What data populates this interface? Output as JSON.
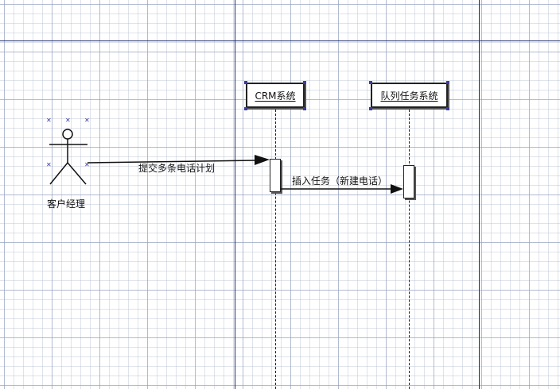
{
  "diagram": {
    "actor": {
      "label": "客户经理"
    },
    "objects": [
      {
        "id": "crm",
        "label": "CRM系统"
      },
      {
        "id": "queue",
        "label": "队列任务系统"
      }
    ],
    "messages": [
      {
        "from": "actor",
        "to": "crm",
        "label": "提交多条电话计划"
      },
      {
        "from": "crm",
        "to": "queue",
        "label": "插入任务（新建电话）"
      }
    ],
    "colors": {
      "guide": "#1f2d6b",
      "line": "#222222",
      "handle": "#3a3aa0"
    }
  }
}
